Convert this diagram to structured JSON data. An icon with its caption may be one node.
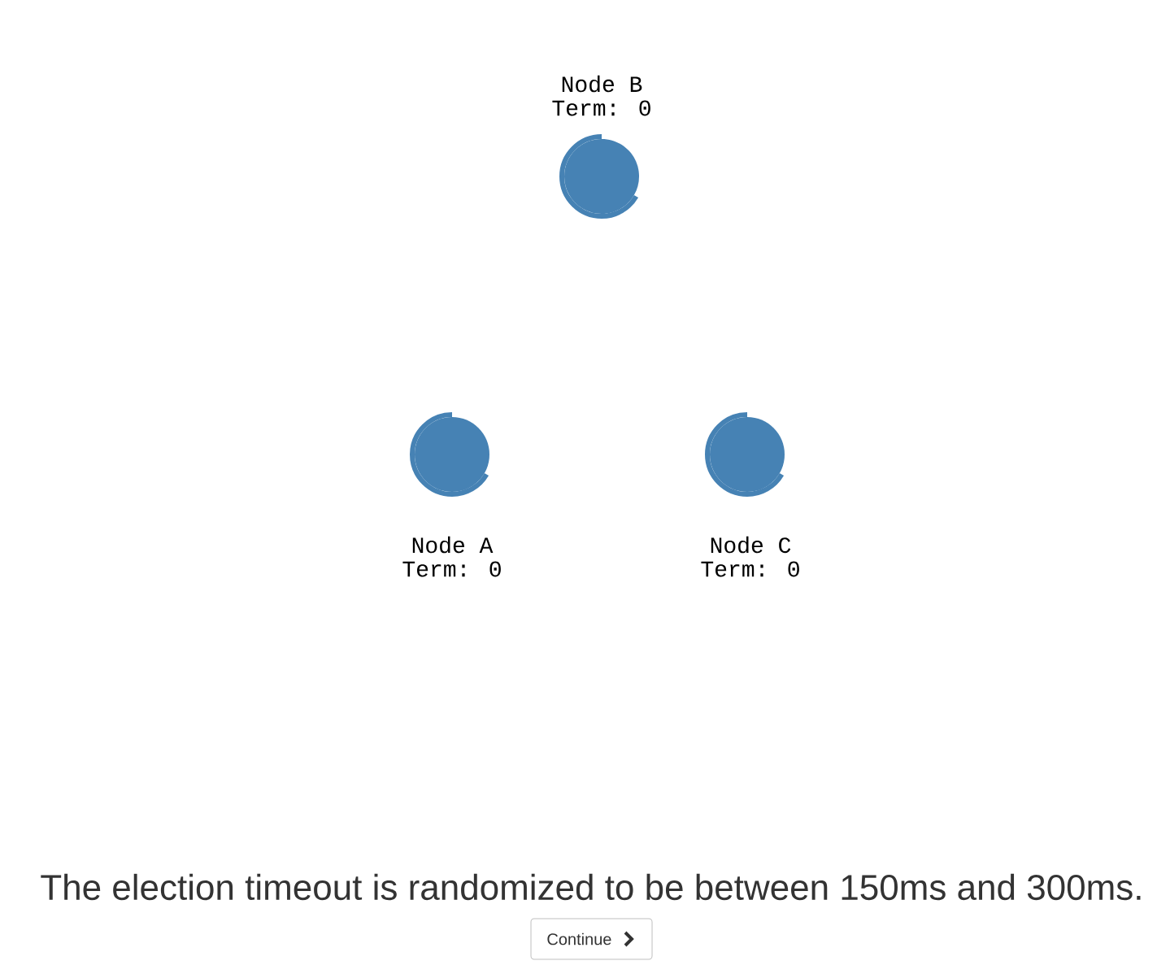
{
  "diagram": {
    "caption": "The election timeout is randomized to be between 150ms and 300ms.",
    "nodes": [
      {
        "text": [
          "Node B",
          "Term: 0"
        ]
      },
      {
        "text": [
          "Node A",
          "Term: 0"
        ]
      },
      {
        "text": [
          "Node C",
          "Term: 0"
        ]
      }
    ],
    "labels": [
      "Continue"
    ]
  }
}
